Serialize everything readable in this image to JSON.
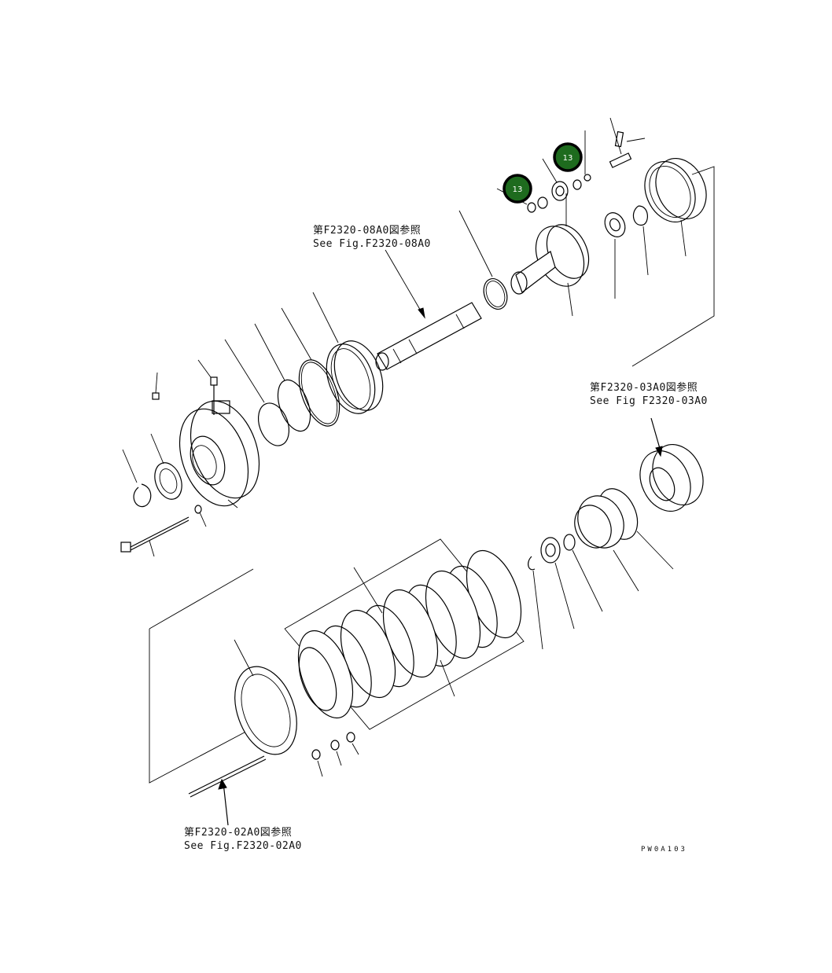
{
  "references": {
    "fig08_jp": "第F2320-08A0図参照",
    "fig08_en": "See Fig.F2320-08A0",
    "fig03_jp": "第F2320-03A0図参照",
    "fig03_en": "See Fig F2320-03A0",
    "fig02_jp": "第F2320-02A0図参照",
    "fig02_en": "See Fig.F2320-02A0"
  },
  "drawing_code": "PW0A103",
  "callouts": [
    {
      "label": "13",
      "color": "#1e6b1e"
    },
    {
      "label": "13",
      "color": "#1e6b1e"
    }
  ]
}
